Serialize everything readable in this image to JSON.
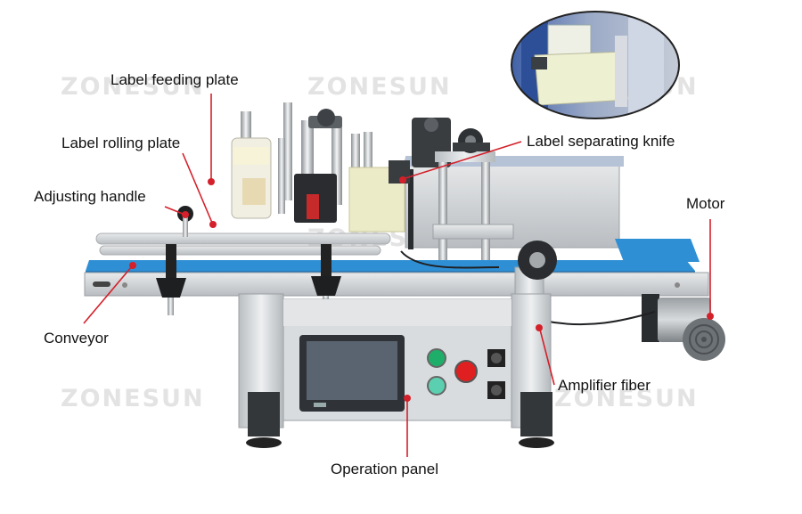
{
  "watermark": "ZONESUN",
  "callouts": {
    "label_feeding_plate": "Label feeding plate",
    "label_rolling_plate": "Label rolling plate",
    "adjusting_handle": "Adjusting handle",
    "conveyor": "Conveyor",
    "label_separating_knife": "Label separating knife",
    "motor": "Motor",
    "amplifier_fiber": "Amplifier fiber",
    "operation_panel": "Operation panel"
  },
  "colors": {
    "callout_line": "#d4202a",
    "conveyor_belt": "#2f8fd4",
    "stainless": "#cfd3d6",
    "panel_screen": "#5a6470",
    "emergency_stop": "#e02020",
    "start_button": "#1fae6a"
  }
}
